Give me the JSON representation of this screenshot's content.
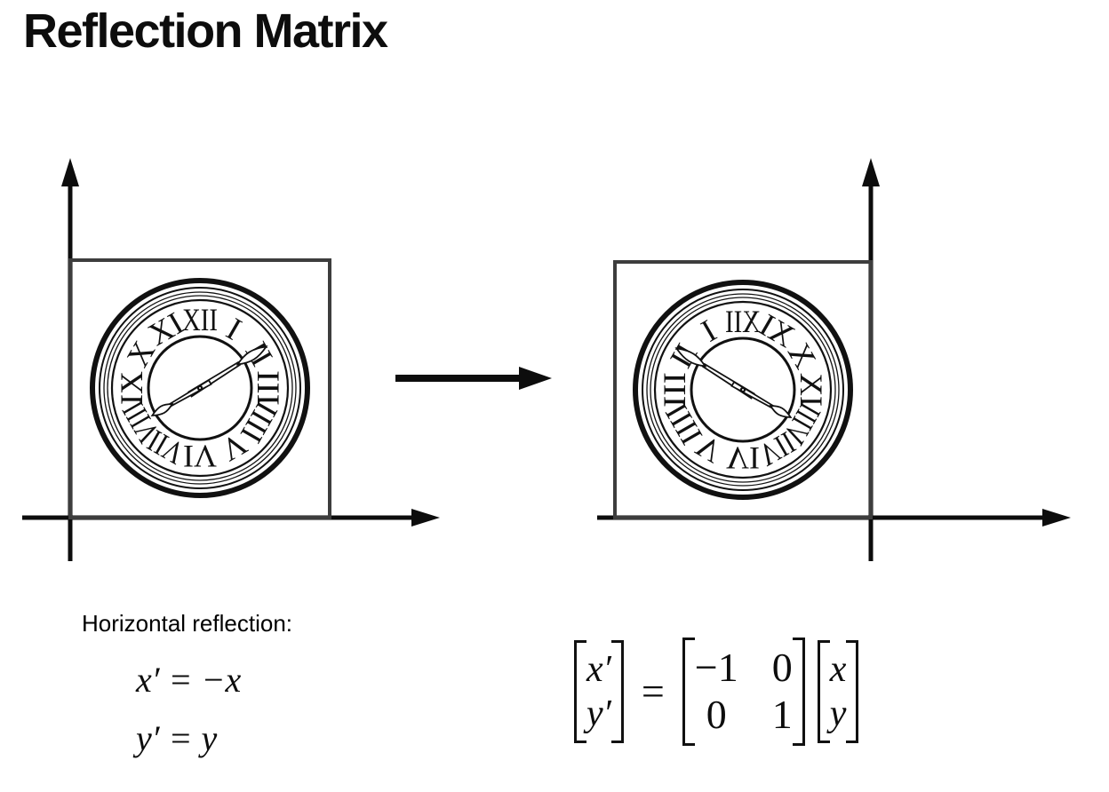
{
  "title": "Reflection Matrix",
  "transformation": {
    "label": "Horizontal reflection:",
    "equations": [
      "x′ = −x",
      "y′ = y"
    ]
  },
  "matrix_equation": {
    "lhs_vector": [
      "x′",
      "y′"
    ],
    "equals": "=",
    "matrix": [
      [
        "−1",
        "0"
      ],
      [
        "0",
        "1"
      ]
    ],
    "rhs_vector": [
      "x",
      "y"
    ]
  },
  "clock": {
    "numerals": [
      "XII",
      "I",
      "II",
      "III",
      "IIII",
      "V",
      "VI",
      "VII",
      "VIII",
      "IX",
      "X",
      "XI"
    ],
    "minute_angle_deg": 58,
    "hour_angle_deg": 240
  },
  "colors": {
    "ink": "#111111",
    "box_border": "#3d3d3d",
    "background": "#ffffff"
  }
}
